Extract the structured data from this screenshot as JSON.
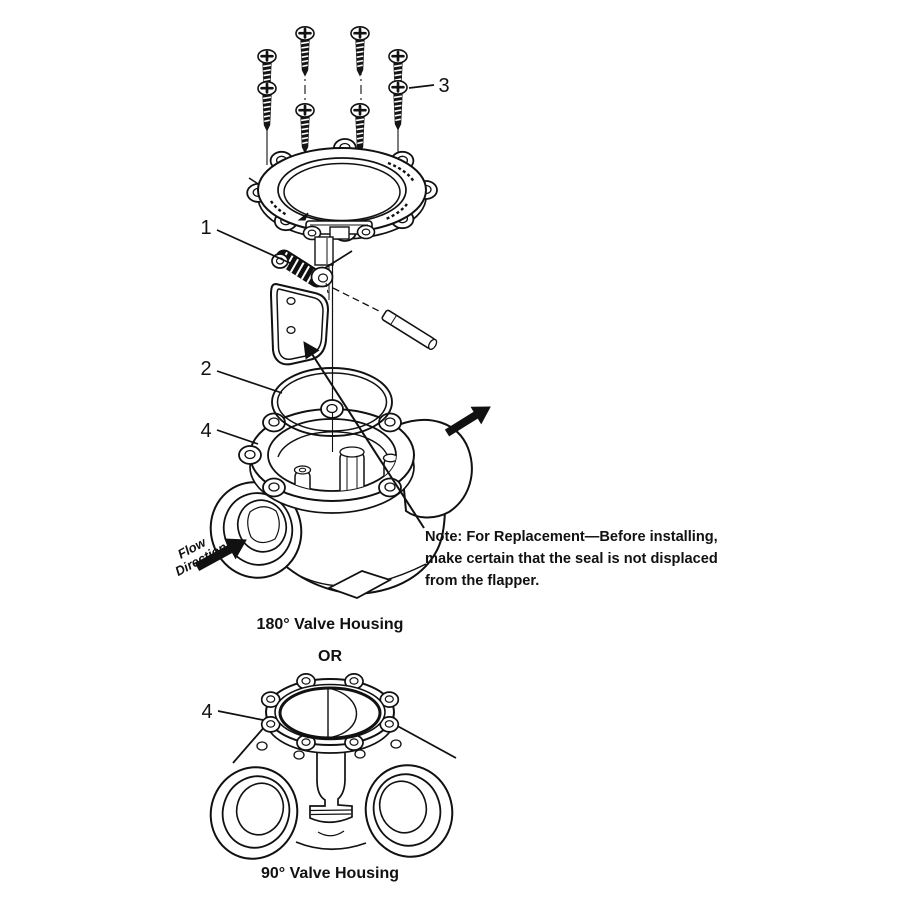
{
  "labels": {
    "part1": "1",
    "part2": "2",
    "part3": "3",
    "part4_top": "4",
    "part4_bottom": "4"
  },
  "note": {
    "line1": "Note: For Replacement—Before installing,",
    "line2": "make certain that the seal is not displaced",
    "line3": "from the flapper."
  },
  "flow": {
    "line1": "Flow",
    "line2": "Direction"
  },
  "captions": {
    "housing_180": "180° Valve Housing",
    "separator": "OR",
    "housing_90": "90° Valve Housing"
  },
  "colors": {
    "ink": "#111111",
    "background": "#ffffff"
  }
}
